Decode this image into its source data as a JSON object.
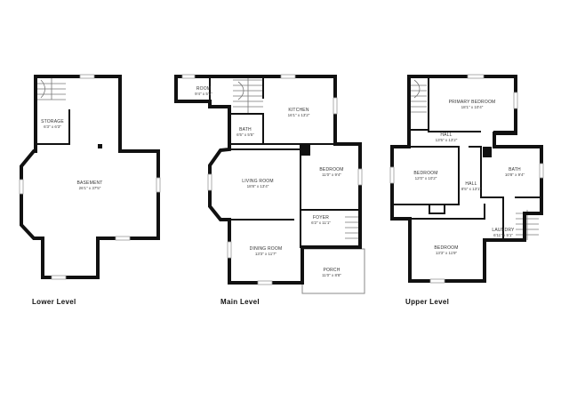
{
  "levels": {
    "lower": {
      "label": "Lower Level",
      "rooms": {
        "storage": {
          "name": "STORAGE",
          "dims": "6'3\" x 6'3\""
        },
        "basement": {
          "name": "BASEMENT",
          "dims": "26'1\" x 37'5\""
        }
      }
    },
    "main": {
      "label": "Main Level",
      "rooms": {
        "room": {
          "name": "ROOM",
          "dims": "9'4\" x 5'1\""
        },
        "kitchen": {
          "name": "KITCHEN",
          "dims": "16'1\" x 13'2\""
        },
        "bath": {
          "name": "BATH",
          "dims": "6'5\" x 5'5\""
        },
        "living": {
          "name": "LIVING ROOM",
          "dims": "18'8\" x 13'4\""
        },
        "bedroom": {
          "name": "BEDROOM",
          "dims": "11'0\" x 9'4\""
        },
        "foyer": {
          "name": "FOYER",
          "dims": "6'2\" x 11'1\""
        },
        "dining": {
          "name": "DINING ROOM",
          "dims": "13'3\" x 11'7\""
        },
        "porch": {
          "name": "PORCH",
          "dims": "11'0\" x 8'8\""
        }
      }
    },
    "upper": {
      "label": "Upper Level",
      "rooms": {
        "primary": {
          "name": "PRIMARY BEDROOM",
          "dims": "18'1\" x 10'4\""
        },
        "hall_top": {
          "name": "HALL",
          "dims": "13'5\" x 13'2\""
        },
        "bedroom1": {
          "name": "BEDROOM",
          "dims": "12'0\" x 10'2\""
        },
        "bath": {
          "name": "BATH",
          "dims": "10'8\" x 9'4\""
        },
        "hall": {
          "name": "HALL",
          "dims": "8'5\" x 13'1\""
        },
        "laundry": {
          "name": "LAUNDRY",
          "dims": "6'11\" x 5'1\""
        },
        "bedroom2": {
          "name": "BEDROOM",
          "dims": "13'3\" x 11'9\""
        }
      }
    }
  }
}
